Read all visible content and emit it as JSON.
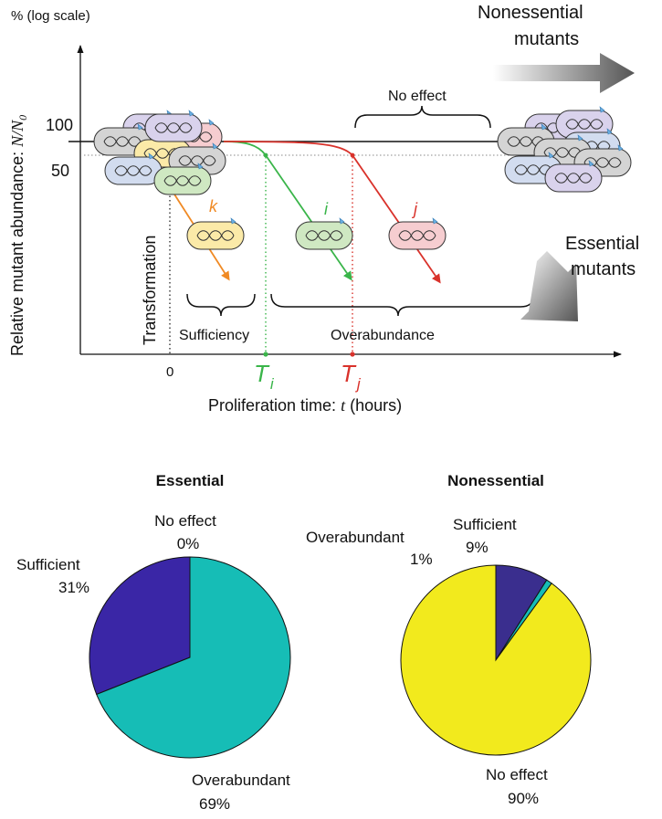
{
  "diagram": {
    "y_axis_top_label": "% (log scale)",
    "y_axis_label": "Relative mutant abundance: ",
    "y_axis_symbol": "N/N",
    "y_axis_symbol_sub": "0",
    "tick_100": "100",
    "tick_50": "50",
    "x_tick_0": "0",
    "x_axis_label_prefix": "Proliferation time: ",
    "x_axis_label_var": "t",
    "x_axis_label_suffix": " (hours)",
    "ti_letter": "T",
    "ti_sub": "i",
    "tj_letter": "T",
    "tj_sub": "j",
    "transformation_label": "Transformation",
    "sufficiency_label": "Sufficiency",
    "overabundance_label": "Overabundance",
    "no_effect_label": "No effect",
    "nonessential_line1": "Nonessential",
    "nonessential_line2": "mutants",
    "essential_line1": "Essential",
    "essential_line2": "mutants",
    "label_k": "k",
    "label_i": "i",
    "label_j": "j",
    "colors": {
      "k": "#f08a24",
      "i": "#3ab54a",
      "j": "#d9322b",
      "baseline": "#111111",
      "guide": "#888888",
      "cell_yellow": "#fbeaa8",
      "cell_green": "#cfe8c2",
      "cell_pink": "#f6cdd0",
      "cell_purple": "#d9d2ec",
      "cell_grey": "#d4d4d4",
      "cell_blue": "#d2dcef"
    }
  },
  "chart_data": [
    {
      "type": "pie",
      "title": "Essential",
      "categories": [
        "No effect",
        "Sufficient",
        "Overabundant"
      ],
      "values": [
        0,
        31,
        69
      ],
      "value_labels": [
        "0%",
        "31%",
        "69%"
      ],
      "colors": [
        "#f2ea1d",
        "#3a26a6",
        "#16bdb6"
      ]
    },
    {
      "type": "pie",
      "title": "Nonessential",
      "categories": [
        "Sufficient",
        "Overabundant",
        "No effect"
      ],
      "values": [
        9,
        1,
        90
      ],
      "value_labels": [
        "9%",
        "1%",
        "90%"
      ],
      "colors": [
        "#3a2e8e",
        "#16bdb6",
        "#f2ea1d"
      ]
    }
  ]
}
